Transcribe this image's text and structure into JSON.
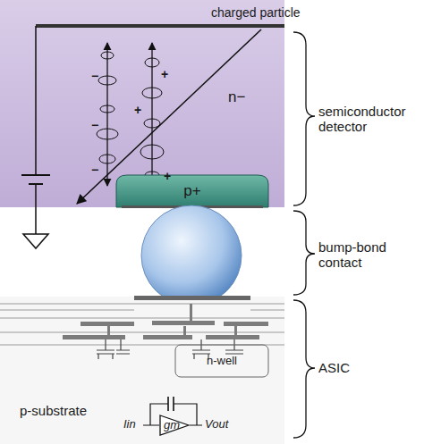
{
  "diagram": {
    "nodes": [
      {
        "text": [
          "n−"
        ]
      },
      {
        "text": [
          "p+"
        ],
        "in": 0
      },
      {
        "text": [
          "p-substrate"
        ]
      },
      {
        "text": [
          "n-well"
        ],
        "in": 2
      },
      {
        "text": [
          "gm"
        ],
        "in": 2
      }
    ],
    "labels": [
      "charged particle",
      "semiconductor detector",
      "bump-bond contact",
      "ASIC",
      "Iin",
      "Vout",
      "−",
      "−",
      "−",
      "+",
      "+",
      "+"
    ]
  }
}
